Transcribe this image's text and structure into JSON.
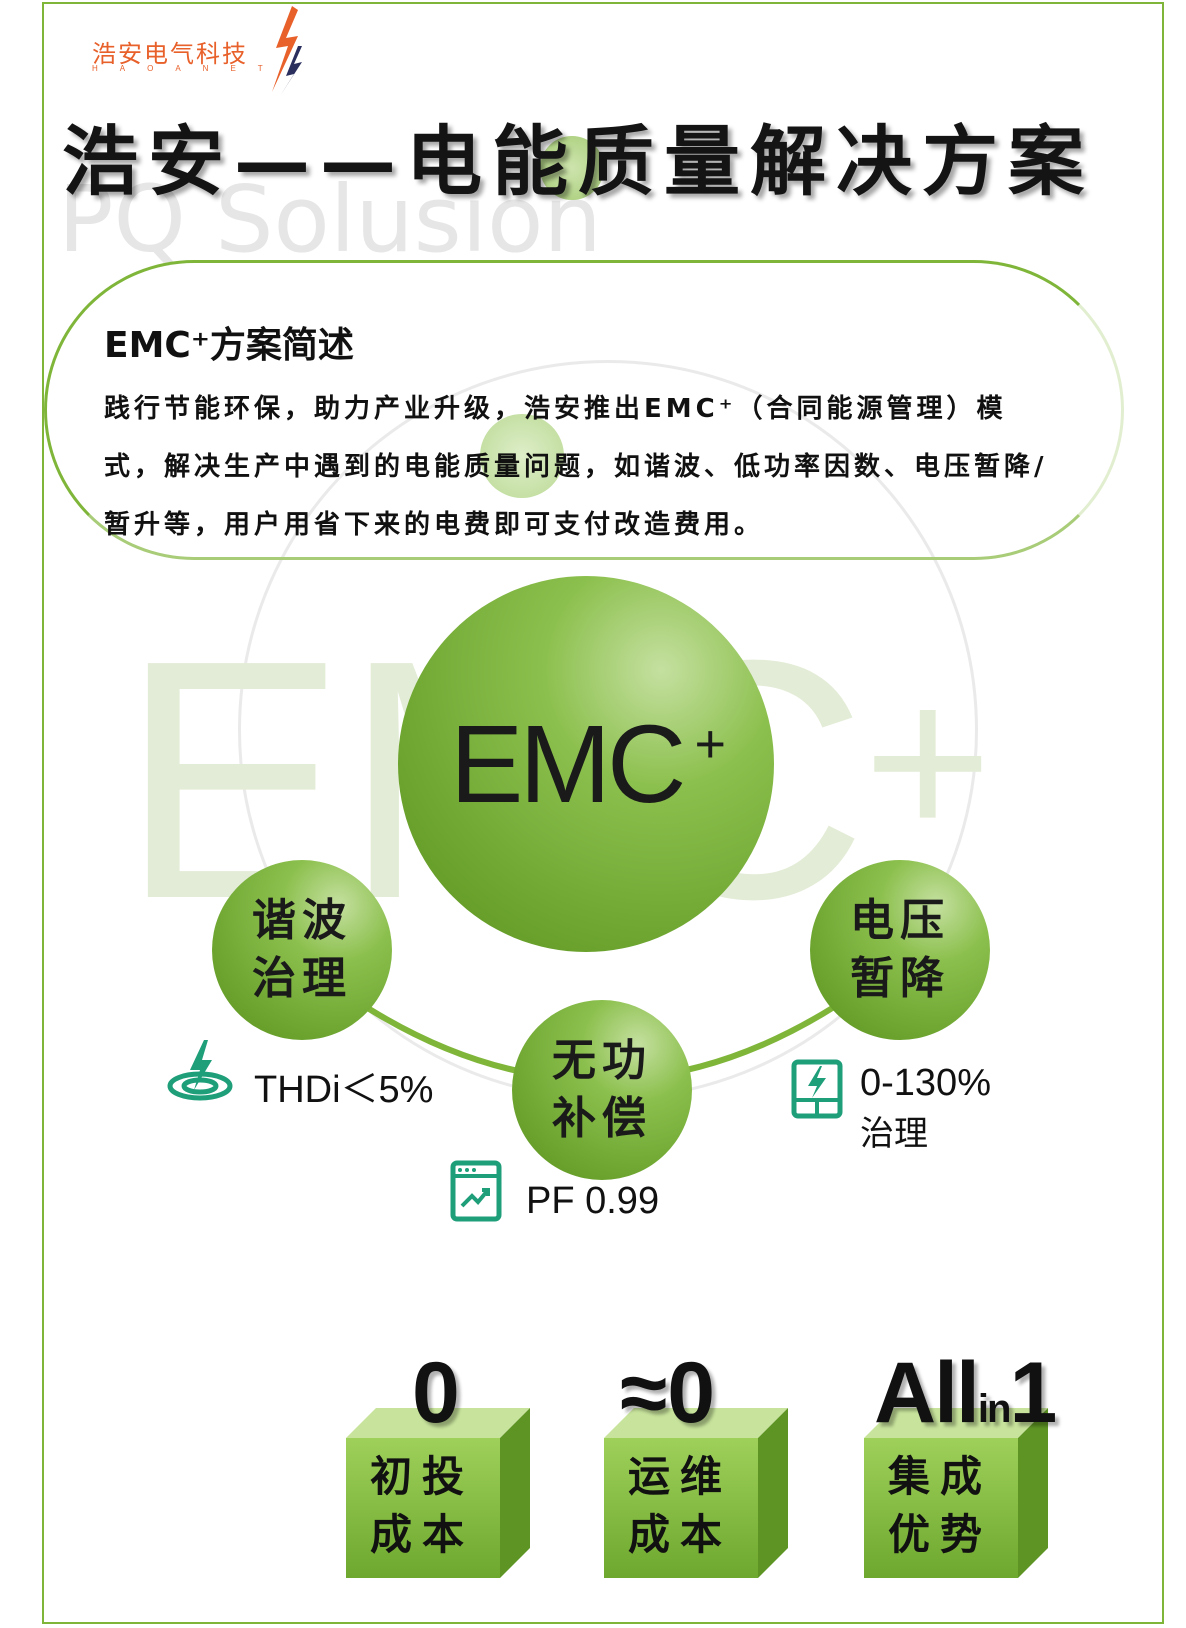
{
  "logo": {
    "text": "浩安电气科技",
    "letters": "HAOANET"
  },
  "title": "浩安——电能质量解决方案",
  "subtitle": "PQ Solusion",
  "summary": {
    "heading": "EMC⁺方案简述",
    "body": "践行节能环保，助力产业升级，浩安推出EMC⁺（合同能源管理）模式，解决生产中遇到的电能质量问题，如谐波、低功率因数、电压暂降/暂升等，用户用省下来的电费即可支付改造费用。"
  },
  "center": {
    "label": "EMC",
    "sup": "+"
  },
  "watermark": {
    "text": "EMC",
    "sup": "+"
  },
  "features": [
    {
      "title_l1": "谐波",
      "title_l2": "治理",
      "icon": "harmonic-bolt-icon",
      "metric": "THDi＜5%"
    },
    {
      "title_l1": "无功",
      "title_l2": "补偿",
      "icon": "trend-chart-icon",
      "metric": "PF 0.99"
    },
    {
      "title_l1": "电压",
      "title_l2": "暂降",
      "icon": "battery-bolt-icon",
      "metric_l1": "0-130%",
      "metric_l2": "治理"
    }
  ],
  "benefits": [
    {
      "value": "0",
      "label_l1": "初投",
      "label_l2": "成本"
    },
    {
      "value": "≈0",
      "label_l1": "运维",
      "label_l2": "成本"
    },
    {
      "value_main": "All",
      "value_small": "in",
      "value_end": "1",
      "label_l1": "集成",
      "label_l2": "优势"
    }
  ],
  "colors": {
    "accent": "#7fb63a",
    "brand_orange": "#e8602a",
    "icon_teal": "#1f9e7a"
  }
}
